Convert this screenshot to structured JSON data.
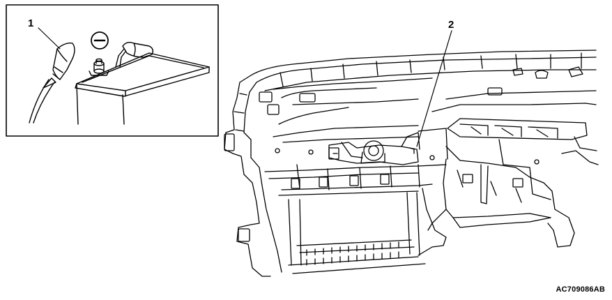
{
  "callouts": {
    "label_1": "1",
    "label_2": "2"
  },
  "figure_code": "AC709086AB",
  "colors": {
    "line": "#000000",
    "background": "#ffffff"
  },
  "icons": {
    "negative_terminal": "minus-circle-icon"
  }
}
